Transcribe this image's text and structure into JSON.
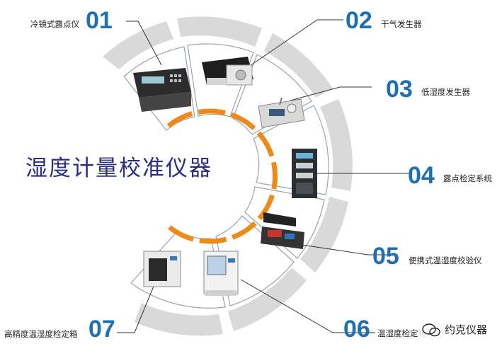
{
  "title": "湿度计量校准仪器",
  "items": [
    {
      "num": "01",
      "label": "冷镜式露点仪"
    },
    {
      "num": "02",
      "label": "干气发生器"
    },
    {
      "num": "03",
      "label": "低湿度发生器"
    },
    {
      "num": "04",
      "label": "露点检定系统"
    },
    {
      "num": "05",
      "label": "便携式温湿度校验仪"
    },
    {
      "num": "06",
      "label": "温湿度检定箱"
    },
    {
      "num": "07",
      "label": "高精度温湿度检定箱"
    }
  ],
  "watermark": "约克仪器",
  "colors": {
    "accent_blue": "#1f6fb3",
    "ring_gray": "#d7d7d7",
    "orange": "#ee8a1a",
    "title": "#2b2b8a"
  }
}
